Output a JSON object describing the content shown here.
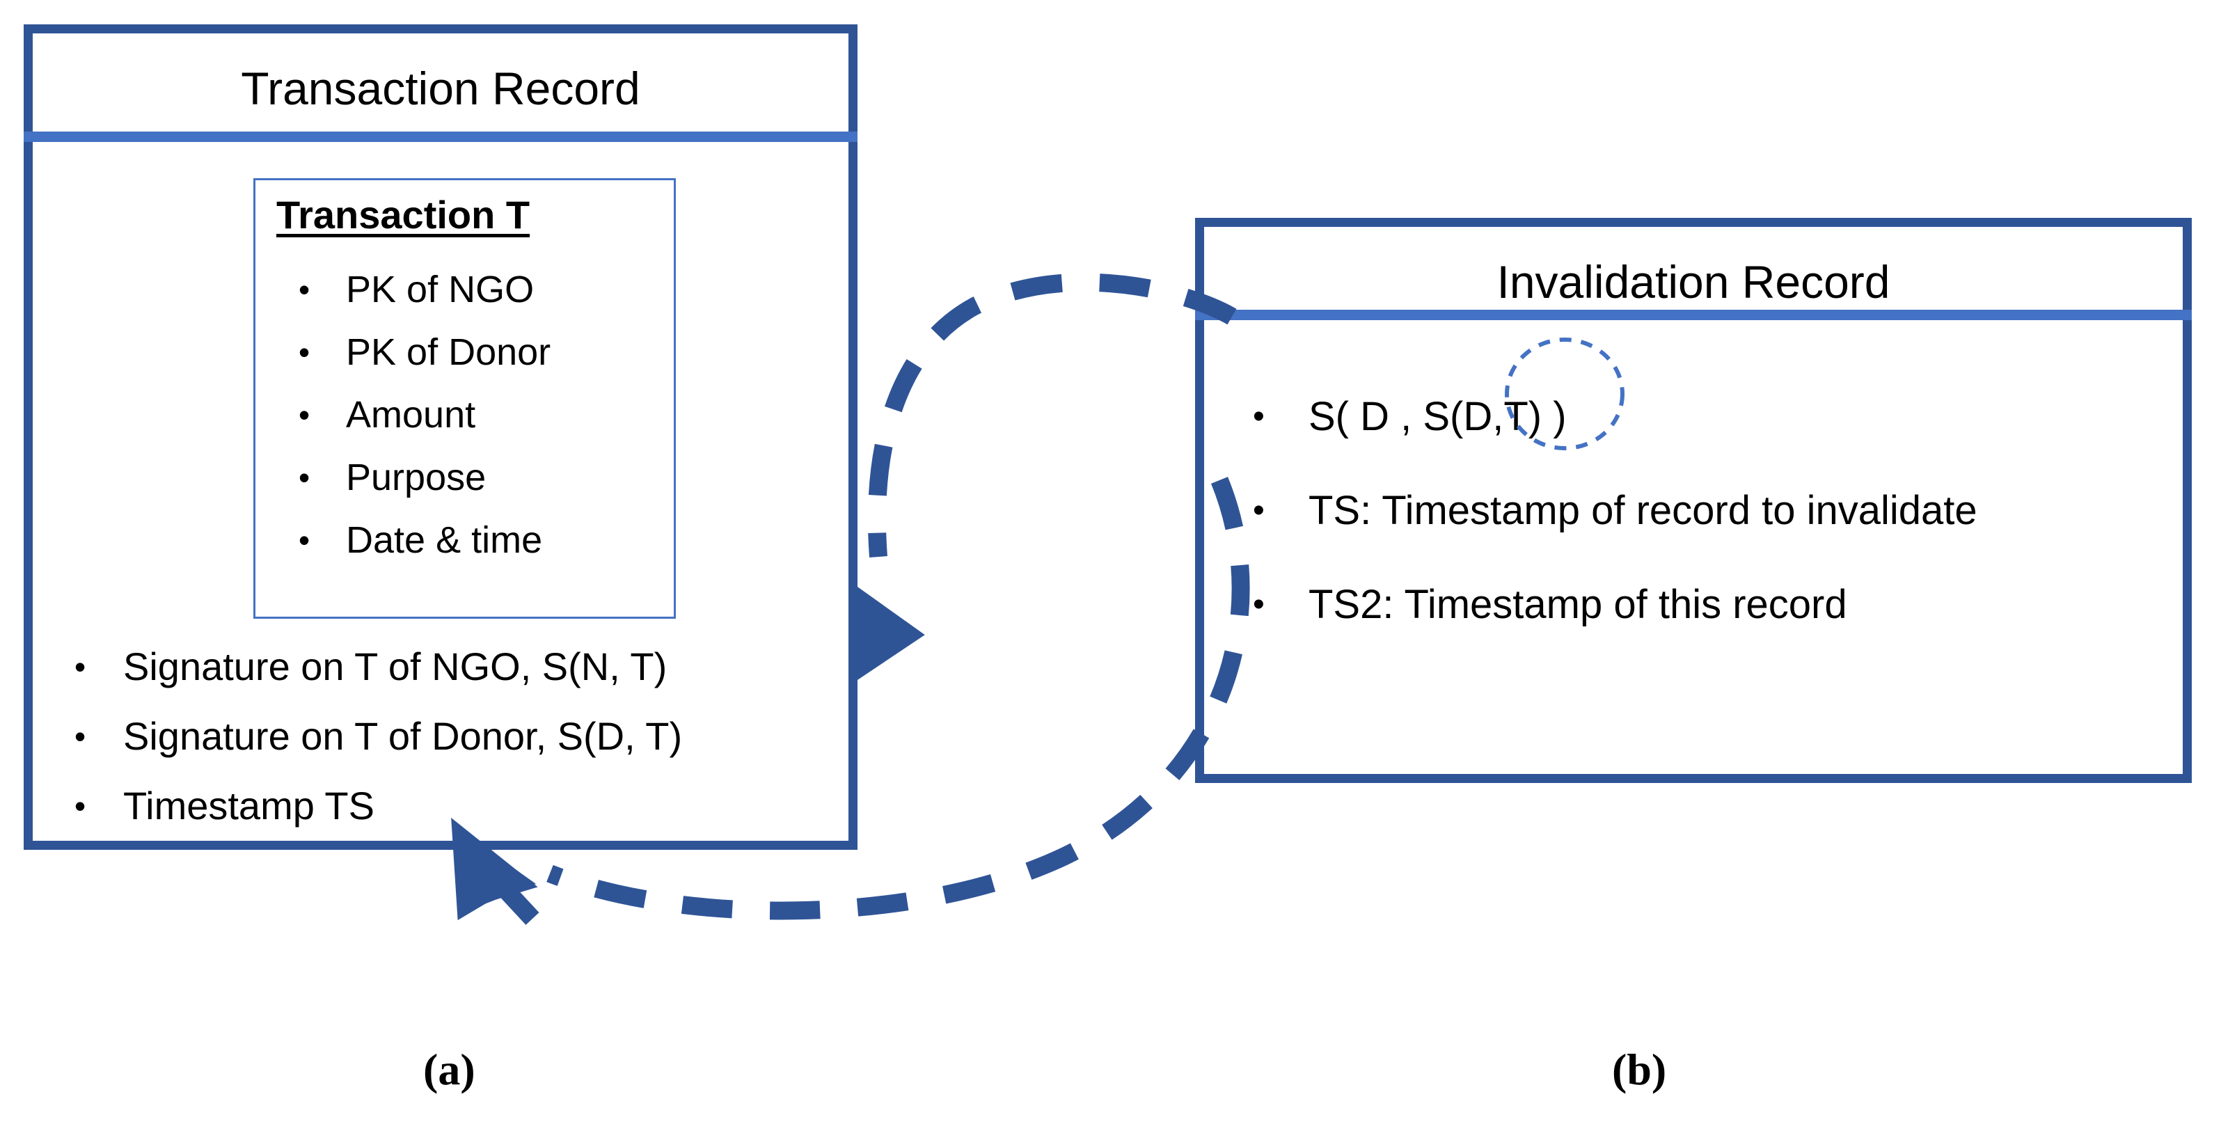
{
  "figure": {
    "captions": [
      {
        "id": "a",
        "label": "(a)"
      },
      {
        "id": "b",
        "label": "(b)"
      }
    ]
  },
  "colors": {
    "card_border": "#2F5496",
    "accent_bar": "#4472C4",
    "connector": "#2F5496",
    "highlight_ellipse": "#4472C4",
    "text": "#000000",
    "background": "#FFFFFF"
  },
  "transaction_card": {
    "title": "Transaction Record",
    "inner_box": {
      "heading": "Transaction T",
      "items": [
        {
          "bullet": "•",
          "label": "PK of NGO"
        },
        {
          "bullet": "•",
          "label": "PK of Donor"
        },
        {
          "bullet": "•",
          "label": "Amount"
        },
        {
          "bullet": "•",
          "label": "Purpose"
        },
        {
          "bullet": "•",
          "label": "Date & time"
        }
      ]
    },
    "items": [
      {
        "bullet": "•",
        "label": "Signature on T of NGO, S(N, T)"
      },
      {
        "bullet": "•",
        "label": "Signature on T of Donor, S(D, T)"
      },
      {
        "bullet": "•",
        "label": "Timestamp TS"
      }
    ]
  },
  "invalidation_card": {
    "title": "Invalidation Record",
    "items": [
      {
        "bullet": "•",
        "label": "S(   D , S(D,T)  )",
        "highlighted_part": "S(D,T)"
      },
      {
        "bullet": "•",
        "label": "TS: Timestamp of record to invalidate"
      },
      {
        "bullet": "•",
        "label": " TS2: Timestamp of this record"
      }
    ]
  },
  "connector": {
    "style": "dashed",
    "arrow_to_invalidation": "right-pointing arrowhead at right edge of Transaction Record",
    "arrow_to_transaction": "up-left pointing arrowhead at bottom edge of Transaction Record"
  }
}
